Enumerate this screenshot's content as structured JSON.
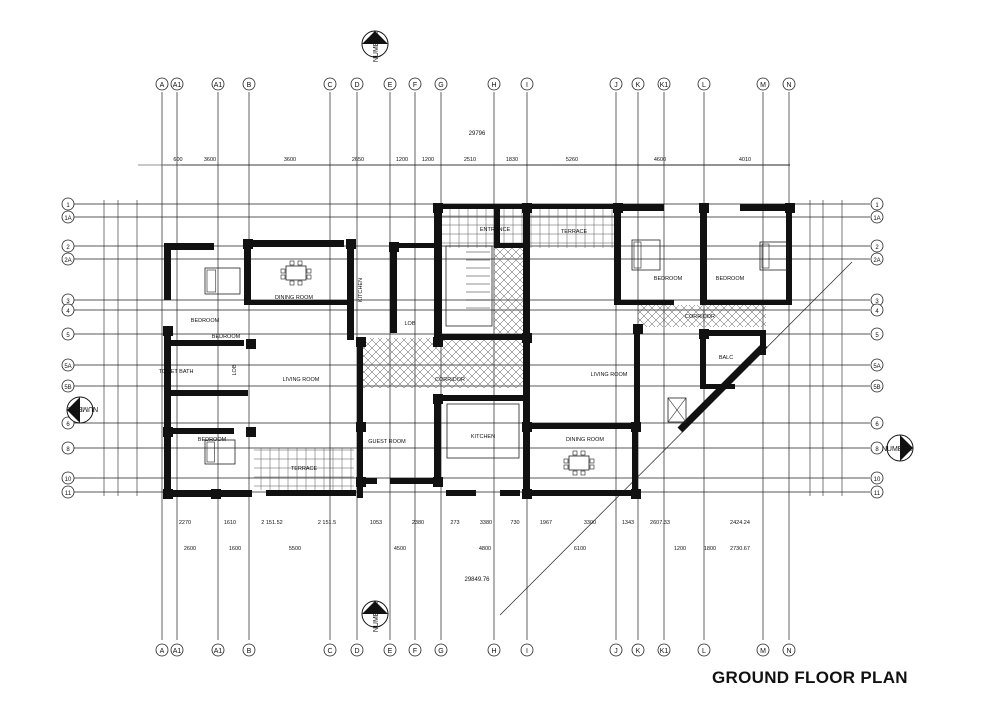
{
  "title": "GROUND FLOOR PLAN",
  "north_label": "NUMBER",
  "grid": {
    "columns": [
      "A",
      "A1",
      "A1",
      "B",
      "C",
      "D",
      "E",
      "F",
      "G",
      "H",
      "I",
      "J",
      "K",
      "K1",
      "L",
      "M",
      "N"
    ],
    "rows": [
      "1",
      "1A",
      "2",
      "2A",
      "3",
      "4",
      "5",
      "5A",
      "5B",
      "6",
      "8",
      "10",
      "11"
    ]
  },
  "rooms": [
    "BEDROOM",
    "DINING ROOM",
    "KITCHEN",
    "BEDROOM",
    "TOILET BATH",
    "LOB",
    "LIVING ROOM",
    "BEDROOM",
    "TERRACE",
    "GUEST ROOM",
    "KITCHEN",
    "LOB",
    "CORRIDOR",
    "ENTRANCE",
    "TERRACE",
    "LIVING ROOM",
    "DINING ROOM",
    "BEDROOM",
    "BEDROOM",
    "CORRIDOR",
    "BALC"
  ],
  "dimensions": {
    "overall_top": "29796",
    "overall_bottom": "29849.76",
    "top_row": [
      "600",
      "3600",
      "3600",
      "2650",
      "1200",
      "1200",
      "2510",
      "1830",
      "5260",
      "4600",
      "4010"
    ],
    "bottom_row_1": [
      "2270",
      "1610",
      "2 151.52",
      "2 151.5",
      "1053",
      "2380",
      "273",
      "3380",
      "730",
      "1967",
      "3300",
      "1343",
      "2607.33",
      "2424.24"
    ],
    "bottom_row_2": [
      "2600",
      "1600",
      "5500",
      "4500",
      "4800",
      "6100",
      "1200",
      "1800",
      "2730.67"
    ]
  }
}
